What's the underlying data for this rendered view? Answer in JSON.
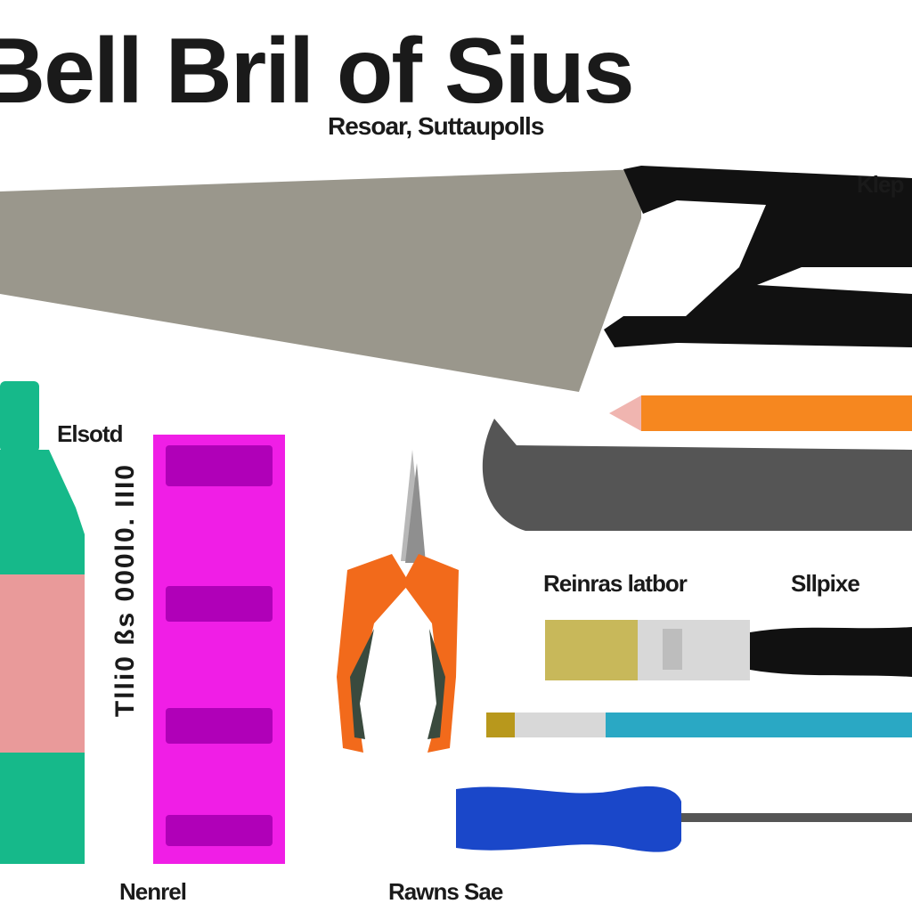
{
  "title": "Bell Bril of Sius",
  "subtitle": "Resoar, Suttaupolls",
  "labels": {
    "saw": "Klep",
    "bottle": "Elsotd",
    "vertical": "Tlli0 ßs 000l0. III0",
    "brush_group": "Reinras latbor",
    "brush_extra": "Sllpixe",
    "bottom_left": "Nenrel",
    "bottom_middle": "Rawns Sae"
  },
  "colors": {
    "saw_blade": "#9a978c",
    "saw_handle": "#111111",
    "bottle_green": "#16b98a",
    "bottle_pink": "#e99a9a",
    "organizer_magenta": "#f01ee6",
    "organizer_slot": "#b000b8",
    "pencil_orange": "#f6871f",
    "knife_blade": "#555555",
    "pliers_orange": "#f26a1b",
    "brush_bristle": "#c8b85a",
    "brush_ferrule": "#d8d8d8",
    "blue_tool_cyan": "#2aa8c4",
    "screwdriver_blue": "#1a47c9"
  },
  "icons": [
    "saw-icon",
    "bottle-icon",
    "organizer-tray-icon",
    "pliers-icon",
    "pencil-icon",
    "knife-blade-icon",
    "paintbrush-icon",
    "ruler-icon",
    "screwdriver-icon"
  ]
}
